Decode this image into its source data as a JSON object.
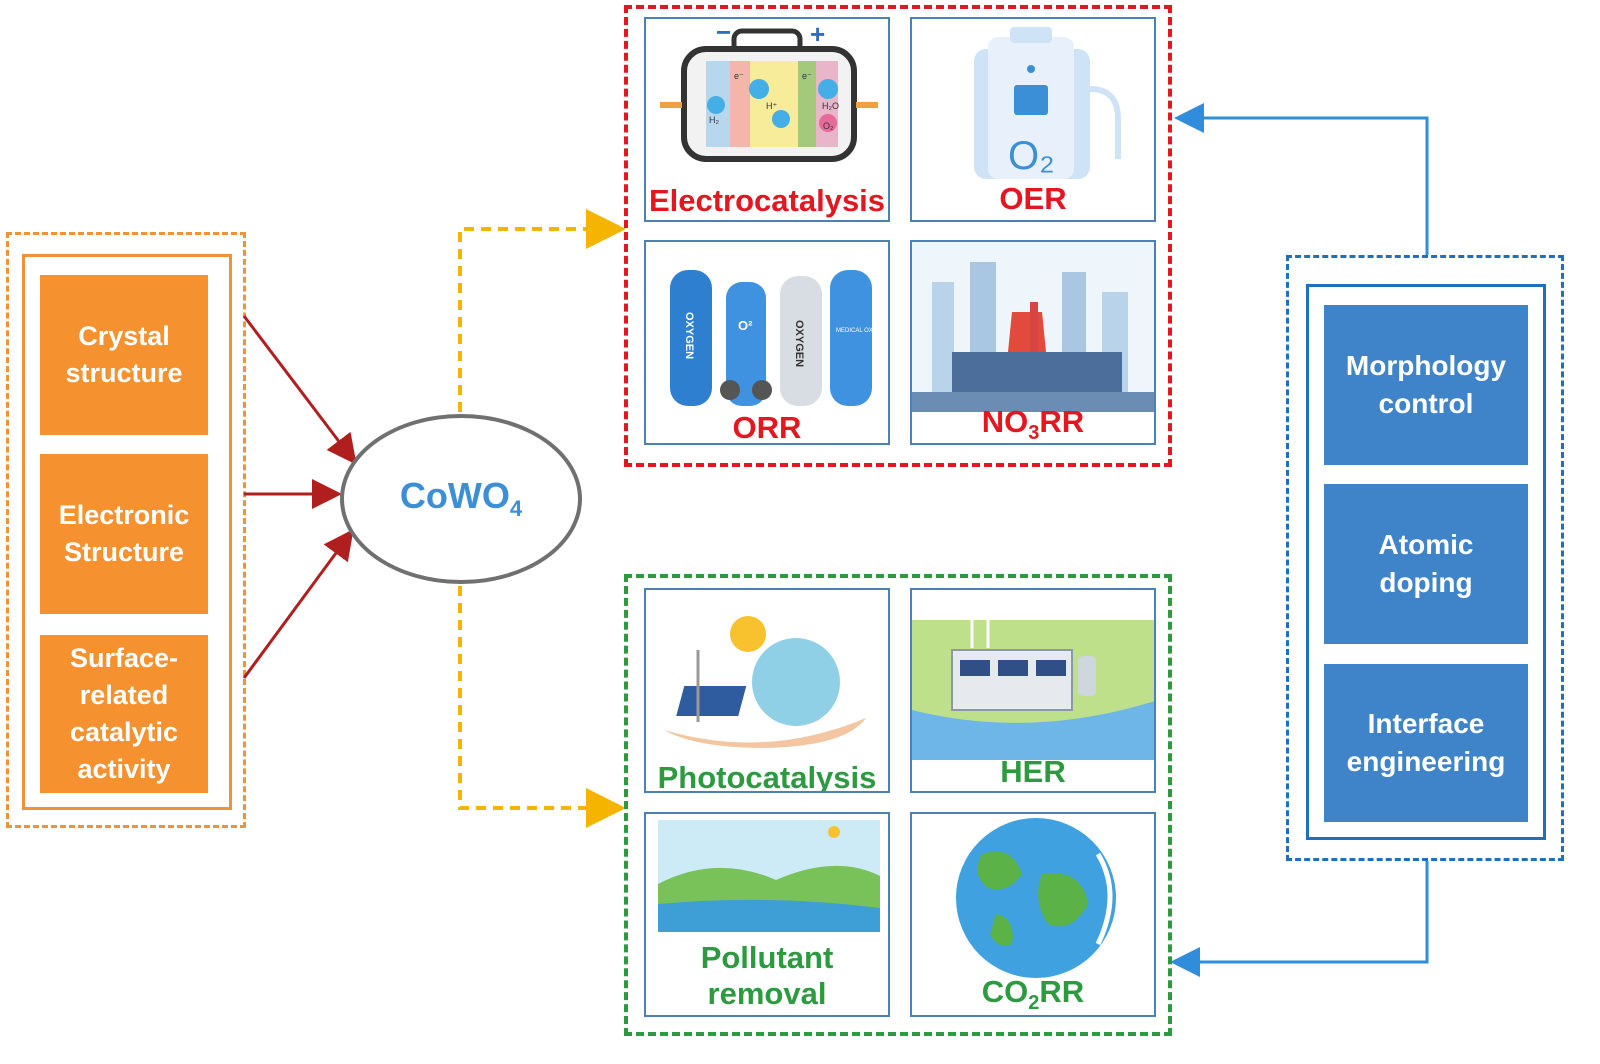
{
  "properties": {
    "items": [
      {
        "label": "Crystal\nstructure"
      },
      {
        "label": "Electronic\nStructure"
      },
      {
        "label": "Surface-\nrelated\ncatalytic\nactivity"
      }
    ],
    "color": "#f5912e"
  },
  "center": {
    "formula": "CoWO",
    "subscript": "4",
    "color": "#3b8fd6"
  },
  "electrocatalysis_group": {
    "color": "#e4161f",
    "tiles": [
      {
        "label": "Electrocatalysis",
        "icon": "fuel-cell-icon"
      },
      {
        "label": "OER",
        "icon": "oxygen-generator-icon"
      },
      {
        "label": "ORR",
        "icon": "oxygen-cylinders-icon"
      },
      {
        "label_main": "NO",
        "label_sub": "3",
        "label_tail": "RR",
        "icon": "industrial-city-icon"
      }
    ],
    "fuel_cell_text": {
      "minus": "−",
      "plus": "+",
      "h2": "H₂",
      "e1": "e⁻",
      "h_plus": "H⁺",
      "e2": "e⁻",
      "h2o": "H₂O",
      "o2": "O₂"
    },
    "cylinder_text": {
      "oxygen": "OXYGEN",
      "o2": "O²",
      "medical": "MEDICAL\nOXYGEN"
    },
    "oer_text": {
      "o2": "O₂"
    }
  },
  "photocatalysis_group": {
    "color": "#2c9a3f",
    "tiles": [
      {
        "label": "Photocatalysis",
        "icon": "solar-hand-icon"
      },
      {
        "label": "HER",
        "icon": "hydrogen-plant-icon"
      },
      {
        "label": "Pollutant\nremoval",
        "icon": "landscape-icon"
      },
      {
        "label_main": "CO",
        "label_sub": "2",
        "label_tail": "RR",
        "icon": "earth-globe-icon"
      }
    ]
  },
  "strategies": {
    "items": [
      {
        "label": "Morphology\ncontrol"
      },
      {
        "label": "Atomic\ndoping"
      },
      {
        "label": "Interface\nengineering"
      }
    ],
    "color": "#3f84c9"
  },
  "connector_colors": {
    "red_arrow": "#b01e1e",
    "yellow_dash": "#f4b400",
    "blue_arrow": "#2f8ddb"
  }
}
